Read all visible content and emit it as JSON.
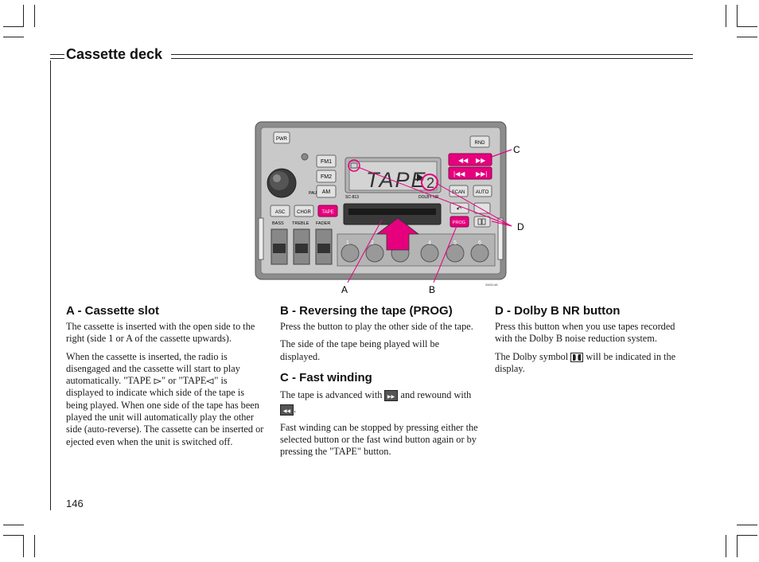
{
  "page": {
    "title": "Cassette deck",
    "page_number": "146"
  },
  "figure": {
    "callouts": {
      "a": "A",
      "b": "B",
      "c": "C",
      "d": "D"
    },
    "figure_id": "346114A",
    "buttons": {
      "pwr": "PWR",
      "rnd": "RND",
      "fm1": "FM1",
      "fm2": "FM2",
      "am": "AM",
      "asc": "ASC",
      "chgr": "CHGR",
      "tape": "TAPE",
      "scan": "SCAN",
      "auto": "AUTO",
      "prog": "PROG"
    },
    "labels": {
      "bass": "BASS",
      "treble": "TREBLE",
      "fader": "FADER",
      "pause": "PAUSE",
      "model": "SC-813",
      "dolby": "DOLBY NR"
    },
    "display": {
      "text": "TAPE",
      "side": "2"
    },
    "presets": [
      "1",
      "2",
      "3",
      "4",
      "5",
      "6"
    ],
    "colors": {
      "accent": "#e6007e",
      "panel": "#c8c8c8",
      "panel_dark": "#8a8a8a"
    }
  },
  "sections": {
    "a": {
      "heading": "A - Cassette slot",
      "p1": "The cassette is inserted with the open side to the right (side 1 or A of the cassette upwards).",
      "p2_pre": "When the cassette is inserted, the radio is disengaged and the cassette will start to play automatically. \"TAPE ",
      "p2_mid": "\" or \"TAPE",
      "p2_post": "\" is displayed to indicate which side of the tape is being played. When one side of the tape has been played the unit will automatically play the other side (auto-reverse).  The cassette can be inserted or ejected even when the unit is switched off."
    },
    "b": {
      "heading": "B - Reversing the tape (PROG)",
      "p1": "Press the button to play the other side of the tape.",
      "p2": "The side of the tape being played will be displayed."
    },
    "c": {
      "heading": "C - Fast winding",
      "p1_pre": "The tape is advanced with",
      "p1_mid": " and rewound with",
      "p1_post": ".",
      "p2": "Fast winding can be stopped by pressing either the selected button or the fast wind button again or by pressing the \"TAPE\" button."
    },
    "d": {
      "heading": "D - Dolby B NR button",
      "p1": "Press this button when you use tapes recorded with the Dolby B noise reduction system.",
      "p2_pre": "The Dolby symbol",
      "p2_post": " will be indicated in the display."
    }
  }
}
